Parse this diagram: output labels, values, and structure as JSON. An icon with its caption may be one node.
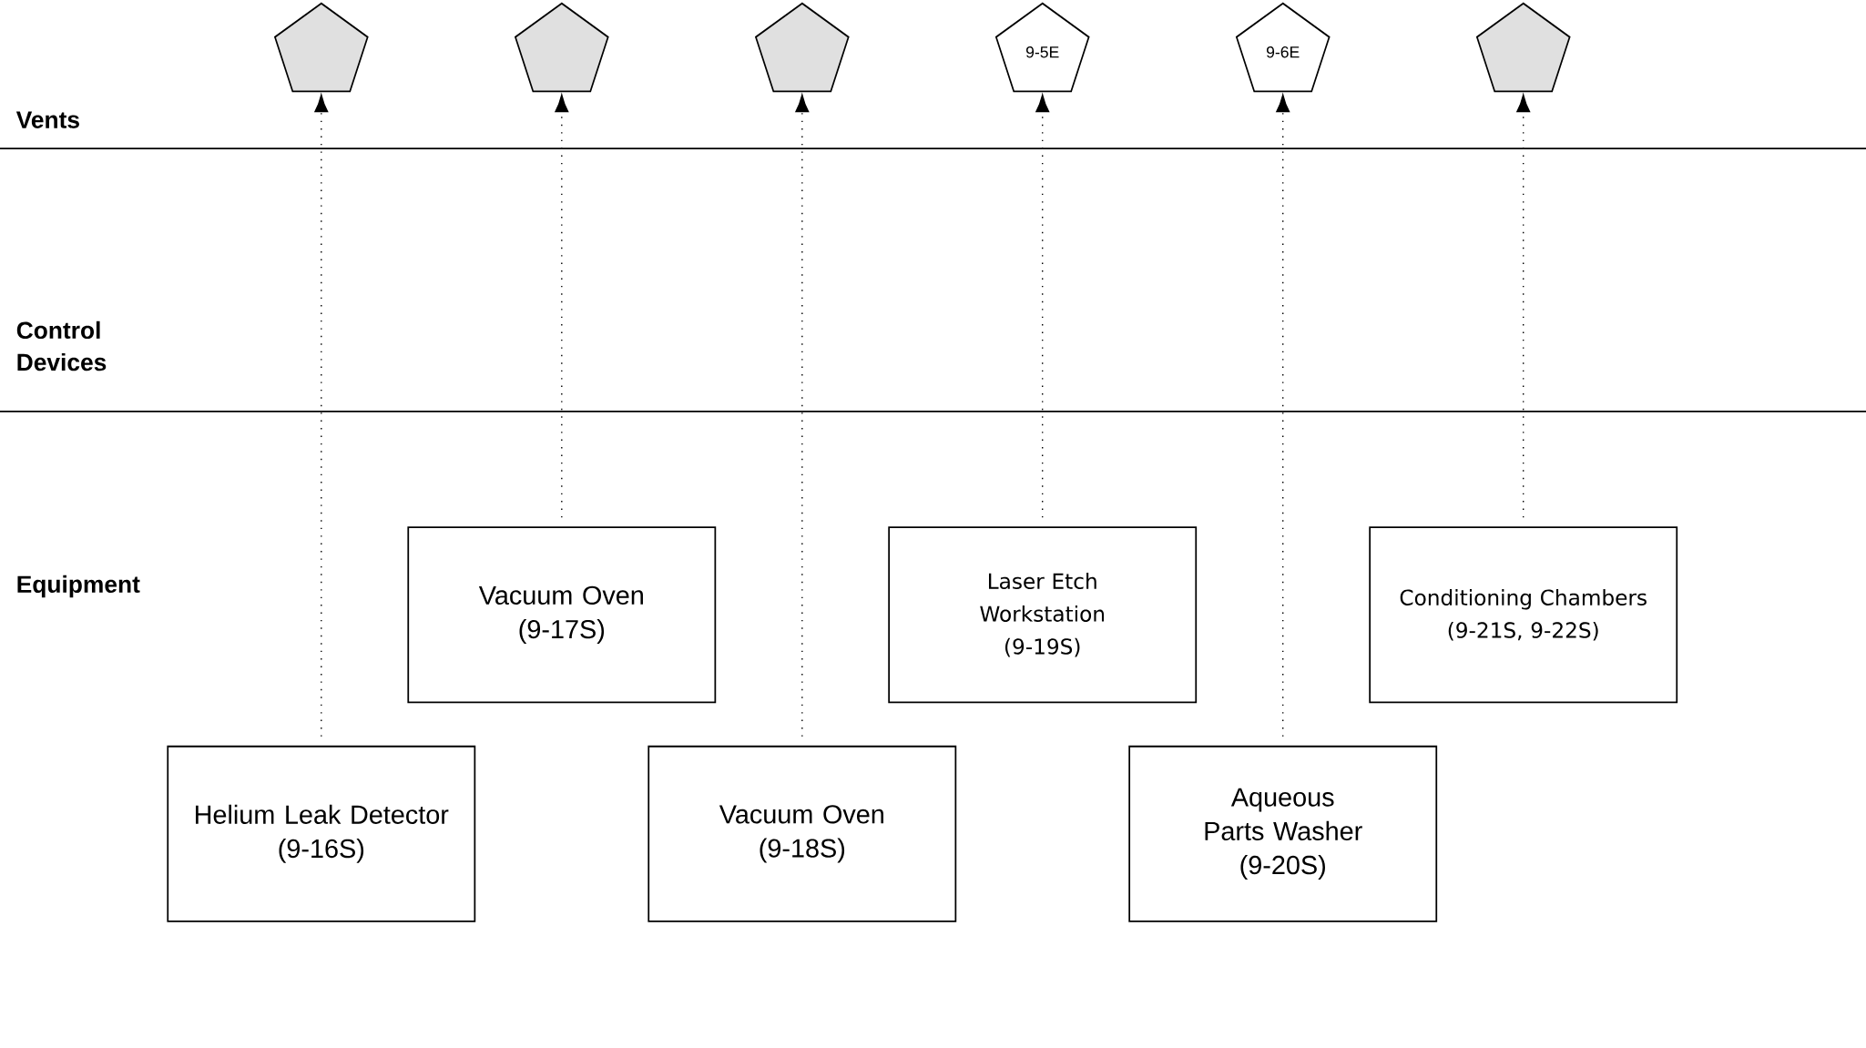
{
  "diagram": {
    "nodes": [
      {
        "text": [],
        "shape": "pentagon"
      },
      {
        "text": [],
        "shape": "pentagon"
      },
      {
        "text": [],
        "shape": "pentagon"
      },
      {
        "text": [
          "9-5E"
        ]
      },
      {
        "text": [
          "9-6E"
        ]
      },
      {
        "text": [],
        "shape": "pentagon"
      },
      {
        "text": [
          "Vacuum Oven",
          "(9-17S)"
        ]
      },
      {
        "text": [
          "Laser Etch Workstation",
          "(9-19S)"
        ]
      },
      {
        "text": [
          "Conditioning Chambers",
          "(9-21S, 9-22S)"
        ]
      },
      {
        "text": [
          "Helium Leak Detector",
          "(9-16S)"
        ]
      },
      {
        "text": [
          "Vacuum Oven",
          "(9-18S)"
        ]
      },
      {
        "text": [
          "Aqueous Parts Washer",
          "(9-20S)"
        ]
      }
    ],
    "edges": [
      {
        "from": 9,
        "to": 0,
        "arrow": "to"
      },
      {
        "from": 6,
        "to": 1,
        "arrow": "to"
      },
      {
        "from": 10,
        "to": 2,
        "arrow": "to"
      },
      {
        "from": 7,
        "to": 3,
        "arrow": "to"
      },
      {
        "from": 11,
        "to": 4,
        "arrow": "to"
      },
      {
        "from": 8,
        "to": 5,
        "arrow": "to"
      }
    ],
    "labels": [
      "Vents",
      "Control Devices",
      "Equipment"
    ]
  }
}
